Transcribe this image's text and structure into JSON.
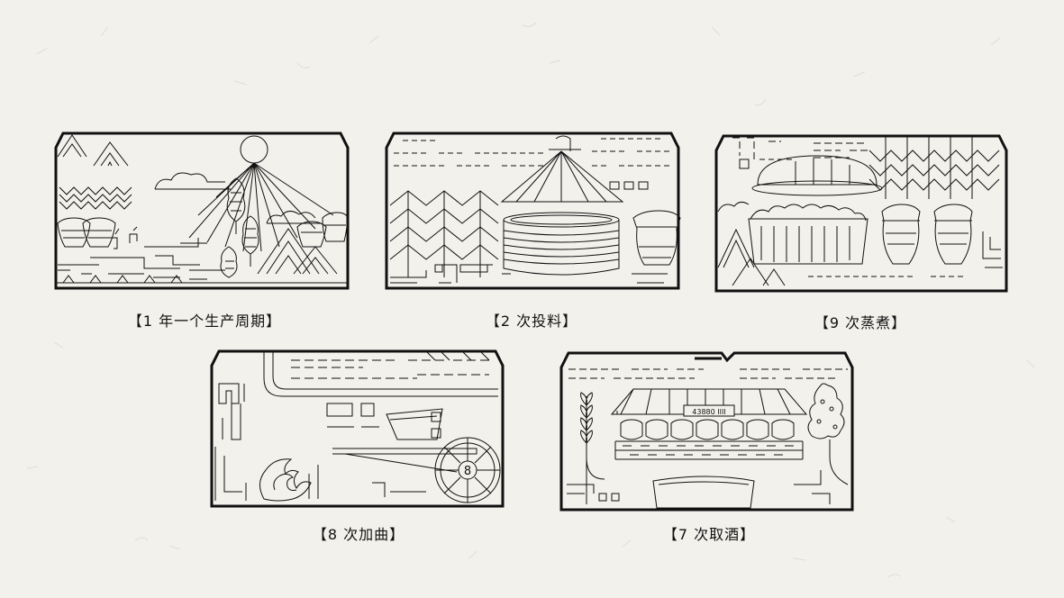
{
  "panels": [
    {
      "id": "p1",
      "caption": "【1 年一个生产周期】"
    },
    {
      "id": "p2",
      "caption": "【2 次投料】"
    },
    {
      "id": "p3",
      "caption": "【9 次蒸煮】"
    },
    {
      "id": "p4",
      "caption": "【8 次加曲】",
      "wheel_label": "8"
    },
    {
      "id": "p5",
      "caption": "【7 次取酒】",
      "sign_text": "43880 IIII"
    }
  ],
  "colors": {
    "ink": "#111111",
    "paper": "#f3f1ec"
  }
}
